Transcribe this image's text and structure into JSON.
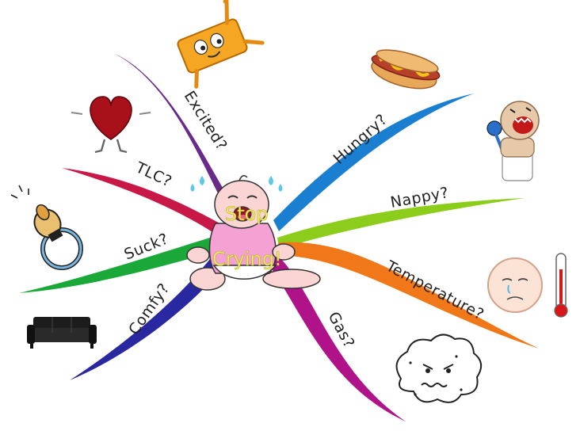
{
  "center": {
    "line1": "Stop",
    "line2": "Crying!"
  },
  "branches": [
    {
      "label": "Excited?",
      "color": "#6a2a8c",
      "icon": "happy-orange-character-icon"
    },
    {
      "label": "Hungry?",
      "color": "#1a7fd0",
      "icon": "hot-dog-icon"
    },
    {
      "label": "Nappy?",
      "color": "#8ccc1a",
      "icon": "screaming-baby-icon"
    },
    {
      "label": "Temperature?",
      "color": "#f07818",
      "icon": "sick-baby-thermometer-icon"
    },
    {
      "label": "Gas?",
      "color": "#b0128a",
      "icon": "gas-cloud-icon"
    },
    {
      "label": "Comfy?",
      "color": "#2a28a0",
      "icon": "sofa-icon"
    },
    {
      "label": "Suck?",
      "color": "#1aa838",
      "icon": "pacifier-icon"
    },
    {
      "label": "TLC?",
      "color": "#c81848",
      "icon": "heart-icon"
    }
  ]
}
